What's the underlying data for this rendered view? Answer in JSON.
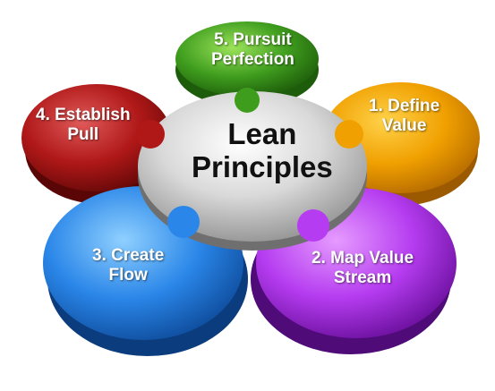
{
  "center": {
    "line1": "Lean",
    "line2": "Principles"
  },
  "petals": [
    {
      "line1": "1. Define",
      "line2": "Value",
      "color": "#f0a000"
    },
    {
      "line1": "2. Map Value",
      "line2": "Stream",
      "color": "#b53cf0"
    },
    {
      "line1": "3. Create",
      "line2": "Flow",
      "color": "#2a86e8"
    },
    {
      "line1": "4. Establish",
      "line2": "Pull",
      "color": "#b01818"
    },
    {
      "line1": "5. Pursuit",
      "line2": "Perfection",
      "color": "#3f9d1e"
    }
  ]
}
